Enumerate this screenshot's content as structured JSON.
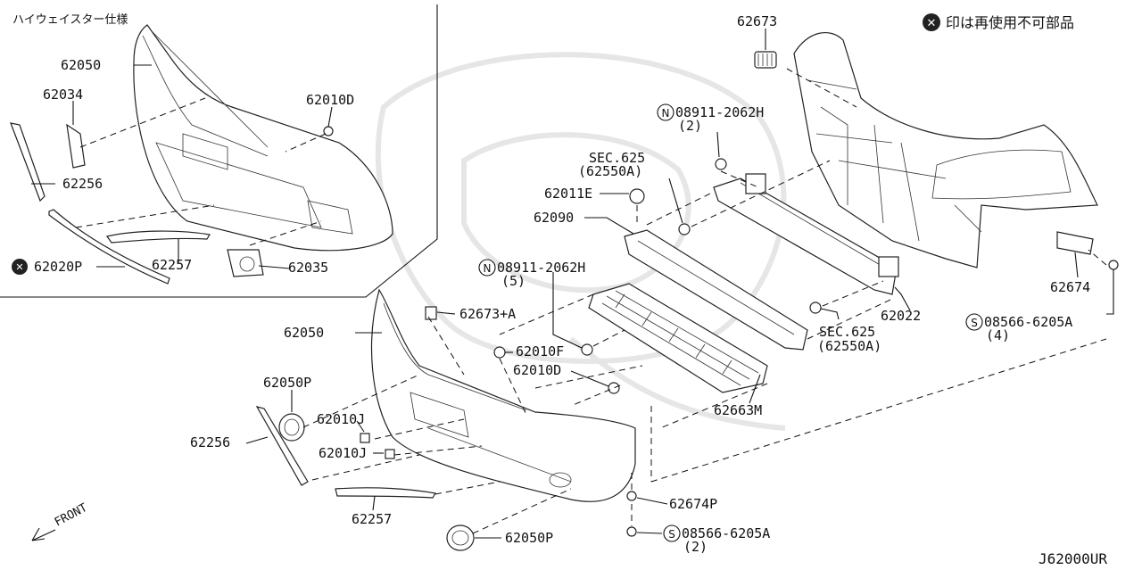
{
  "inset": {
    "title": "ハイウェイスター仕様"
  },
  "legend": {
    "text": "印は再使用不可部品",
    "icon": "x-circle-icon"
  },
  "diagram_code": "J62000UR",
  "front_label": "FRONT",
  "parts": {
    "p62050_inset": "62050",
    "p62034": "62034",
    "p62256_inset": "62256",
    "p62020P": "62020P",
    "p62257_inset": "62257",
    "p62010D_inset": "62010D",
    "p62035": "62035",
    "p62673": "62673",
    "n08911_top": "08911-2062H",
    "n08911_top_qty": "(2)",
    "sec625_a": "SEC.625",
    "sec625_a_sub": "(62550A)",
    "p62011E": "62011E",
    "p62090": "62090",
    "n08911_mid": "08911-2062H",
    "n08911_mid_qty": "(5)",
    "p62673A": "62673+A",
    "p62050_main": "62050",
    "p62010F": "62010F",
    "p62010D_main": "62010D",
    "p62050P_upper": "62050P",
    "p62010J_a": "62010J",
    "p62010J_b": "62010J",
    "p62256_main": "62256",
    "p62257_main": "62257",
    "p62050P_lower": "62050P",
    "p62674P": "62674P",
    "s08566_lower": "08566-6205A",
    "s08566_lower_qty": "(2)",
    "p62663M": "62663M",
    "p62022": "62022",
    "sec625_b": "SEC.625",
    "sec625_b_sub": "(62550A)",
    "s08566_right": "08566-6205A",
    "s08566_right_qty": "(4)",
    "p62674": "62674"
  }
}
